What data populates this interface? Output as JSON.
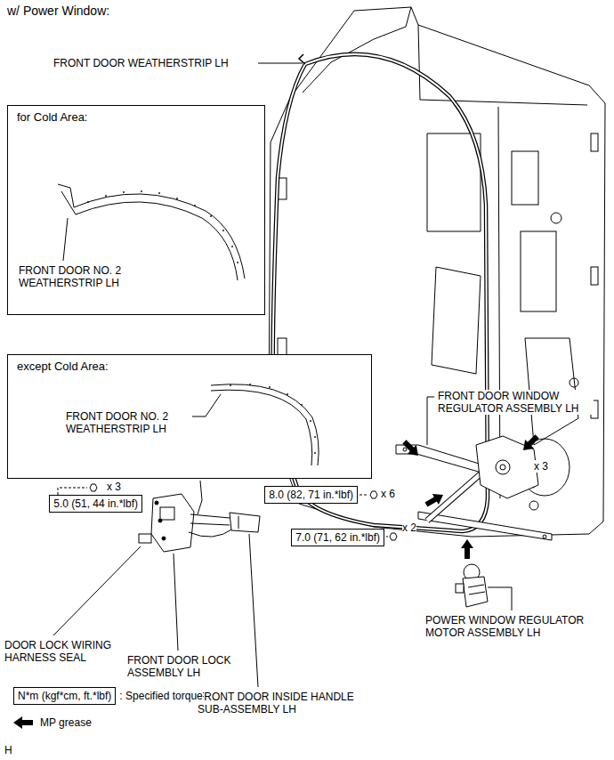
{
  "diagram": {
    "title": "w/ Power Window:",
    "nodes": [
      {
        "text": [
          "for Cold Area:",
          "FRONT DOOR NO. 2 WEATHERSTRIP LH"
        ]
      },
      {
        "text": [
          "except Cold Area:",
          "FRONT DOOR NO. 2 WEATHERSTRIP LH"
        ]
      },
      {
        "text": [
          "5.0 (51, 44 in.*lbf)"
        ]
      },
      {
        "text": [
          "8.0 (82, 71 in.*lbf)"
        ]
      },
      {
        "text": [
          "7.0 (71, 62 in.*lbf)"
        ]
      },
      {
        "text": [
          "N*m (kgf*cm, ft.*lbf)"
        ]
      }
    ],
    "labels": [
      "FRONT DOOR WEATHERSTRIP LH",
      "FRONT DOOR WINDOW REGULATOR ASSEMBLY LH",
      "x 3",
      "x 6",
      "x 2",
      "x 3",
      "DOOR LOCK WIRING HARNESS SEAL",
      "FRONT DOOR LOCK ASSEMBLY LH",
      "FRONT DOOR INSIDE HANDLE SUB-ASSEMBLY LH",
      "POWER WINDOW REGULATOR MOTOR ASSEMBLY LH",
      "H"
    ],
    "legend": [
      {
        "text": ": Specified torque"
      },
      {
        "text": "MP grease"
      }
    ]
  }
}
